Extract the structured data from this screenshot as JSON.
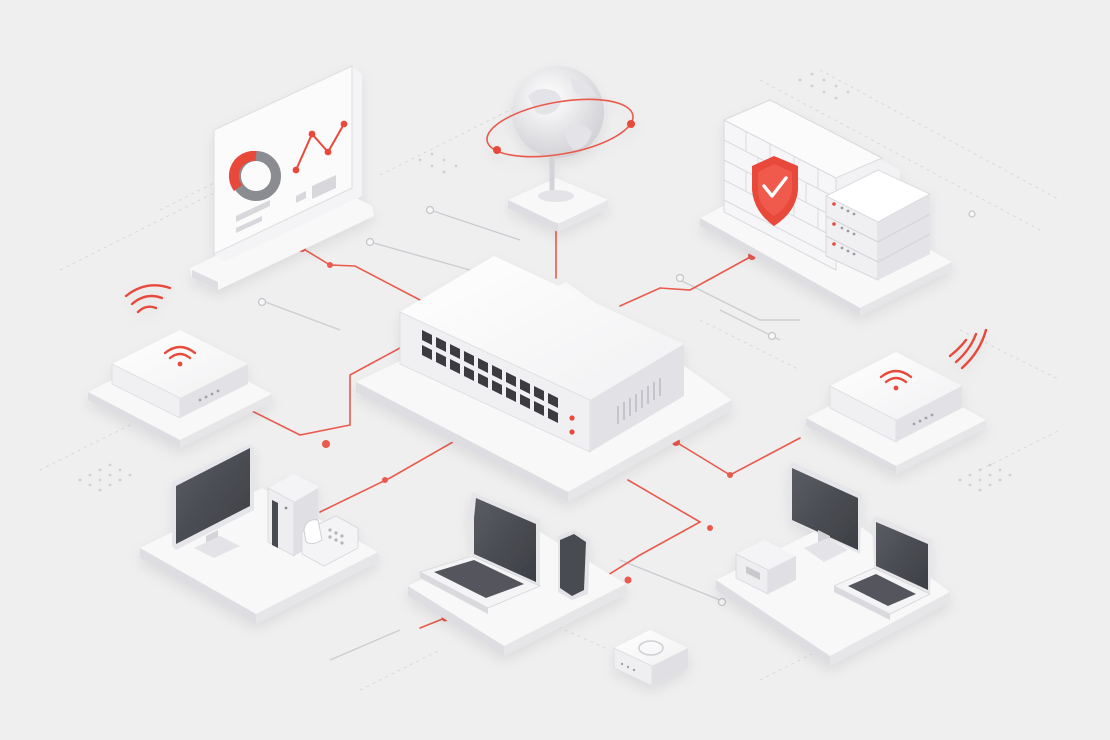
{
  "palette": {
    "background": "#efeff0",
    "platform_top": "#f9f9fa",
    "platform_side": "#dcdcdf",
    "device_light": "#f4f4f6",
    "device_shadow": "#d4d4d8",
    "screen_dark": "#4a4c52",
    "accent_red": "#e8483b",
    "link_red": "#ea5a4c",
    "grid_gray": "#d6d6da",
    "port_dark": "#3a3b40"
  },
  "diagram": {
    "style": "isometric network topology",
    "hub": {
      "kind": "network-switch",
      "icon": "switch-icon"
    },
    "nodes": [
      {
        "id": "dashboard",
        "kind": "analytics-monitor",
        "icon": "dashboard-icon"
      },
      {
        "id": "internet",
        "kind": "globe",
        "icon": "globe-icon"
      },
      {
        "id": "security",
        "kind": "firewall-and-server-rack",
        "icon": "shield-check-icon"
      },
      {
        "id": "ap-left",
        "kind": "wireless-access-point",
        "icon": "wifi-icon"
      },
      {
        "id": "ap-right",
        "kind": "wireless-access-point",
        "icon": "wifi-icon"
      },
      {
        "id": "office",
        "kind": "desktop-router-phone",
        "icon": "desktop-icon"
      },
      {
        "id": "mobile",
        "kind": "laptop-and-phone",
        "icon": "laptop-icon"
      },
      {
        "id": "workstation",
        "kind": "monitor-laptop-hub",
        "icon": "monitor-icon"
      },
      {
        "id": "sensor",
        "kind": "small-iot-hub",
        "icon": "iot-hub-icon"
      }
    ],
    "links": [
      {
        "from": "hub",
        "to": "dashboard"
      },
      {
        "from": "hub",
        "to": "internet"
      },
      {
        "from": "hub",
        "to": "security"
      },
      {
        "from": "hub",
        "to": "ap-left"
      },
      {
        "from": "hub",
        "to": "ap-right"
      },
      {
        "from": "hub",
        "to": "office"
      },
      {
        "from": "hub",
        "to": "mobile"
      },
      {
        "from": "hub",
        "to": "workstation"
      }
    ]
  }
}
